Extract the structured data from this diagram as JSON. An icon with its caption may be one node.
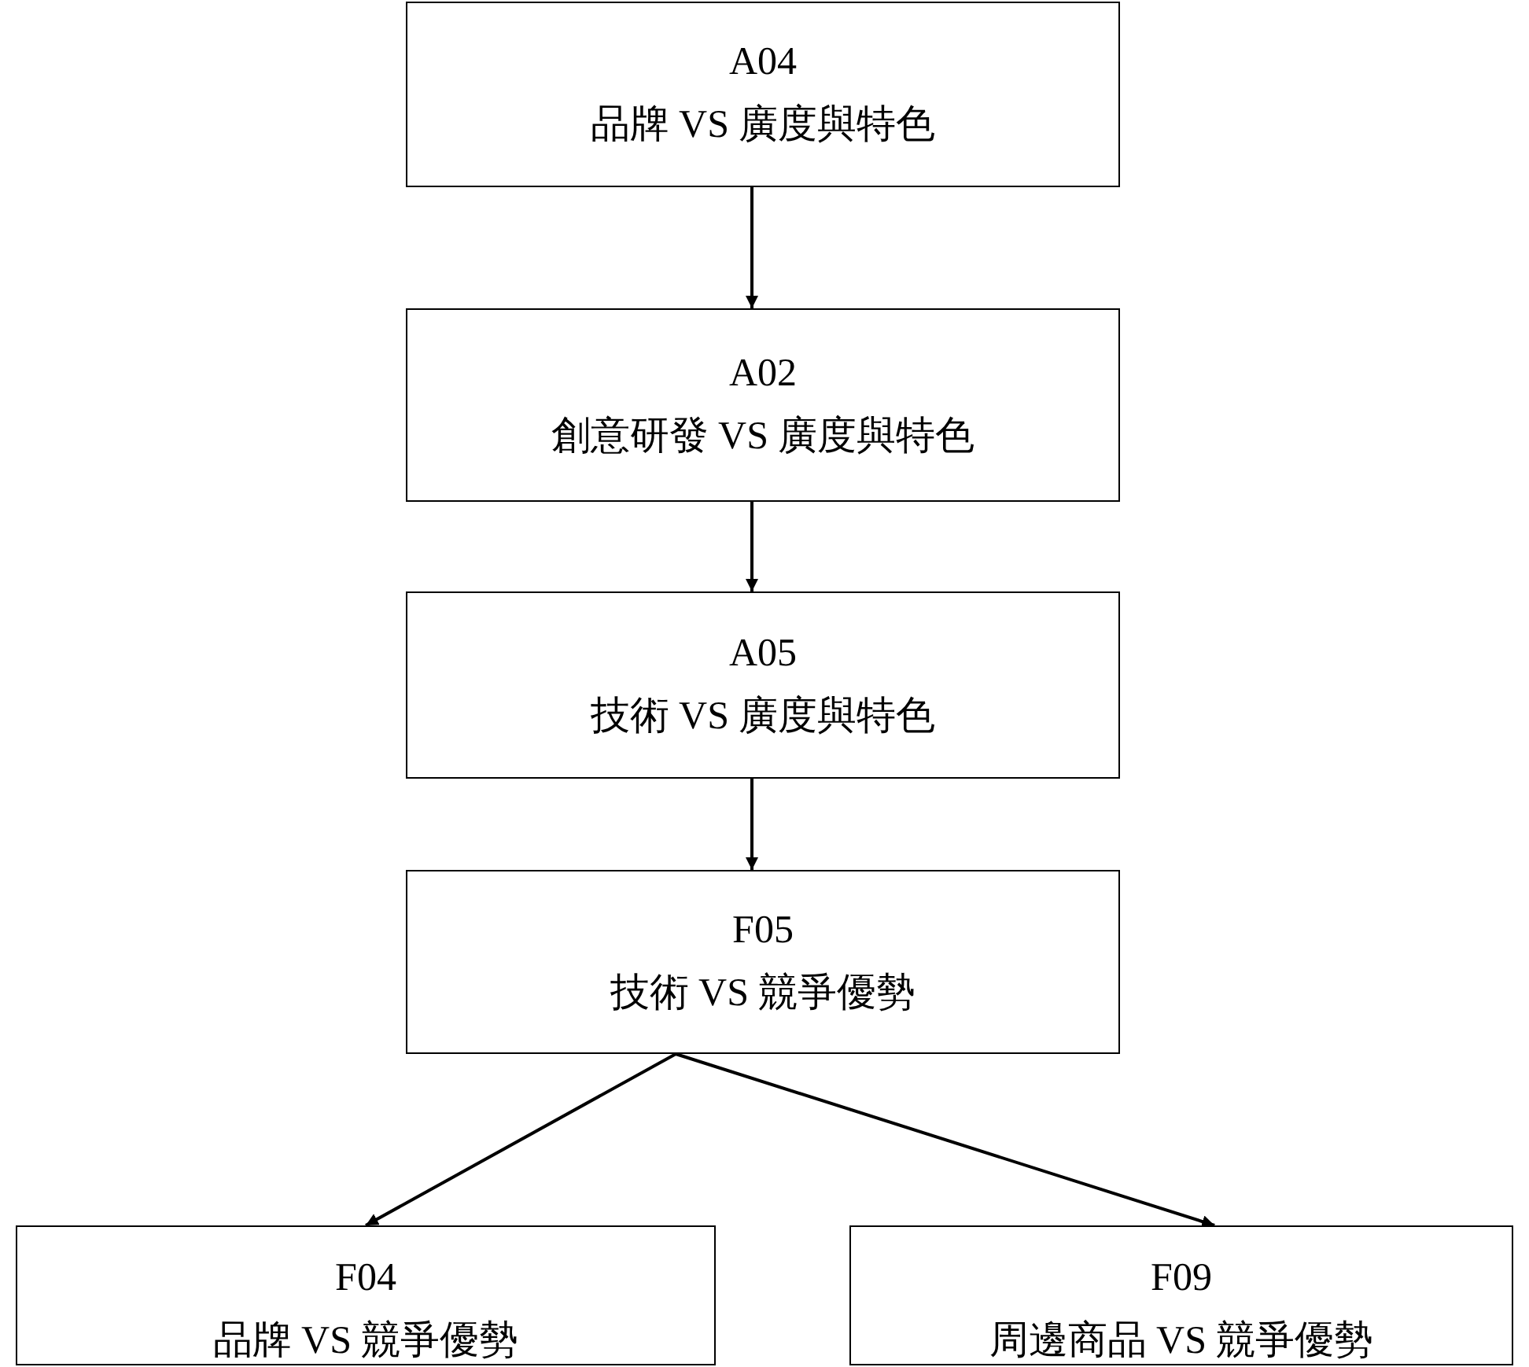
{
  "diagram": {
    "nodes": [
      {
        "text": [
          "A04",
          "品牌 VS 廣度與特色"
        ]
      },
      {
        "text": [
          "A02",
          "創意研發 VS 廣度與特色"
        ]
      },
      {
        "text": [
          "A05",
          "技術 VS 廣度與特色"
        ]
      },
      {
        "text": [
          "F05",
          "技術 VS 競爭優勢"
        ]
      },
      {
        "text": [
          "F04",
          "品牌 VS 競爭優勢"
        ]
      },
      {
        "text": [
          "F09",
          "周邊商品 VS 競爭優勢"
        ]
      }
    ],
    "edges": [
      {
        "from": 0,
        "to": 1,
        "arrow": "to"
      },
      {
        "from": 1,
        "to": 2,
        "arrow": "to"
      },
      {
        "from": 2,
        "to": 3,
        "arrow": "to"
      },
      {
        "from": 3,
        "to": 4,
        "arrow": "to"
      },
      {
        "from": 3,
        "to": 5,
        "arrow": "to"
      }
    ]
  }
}
